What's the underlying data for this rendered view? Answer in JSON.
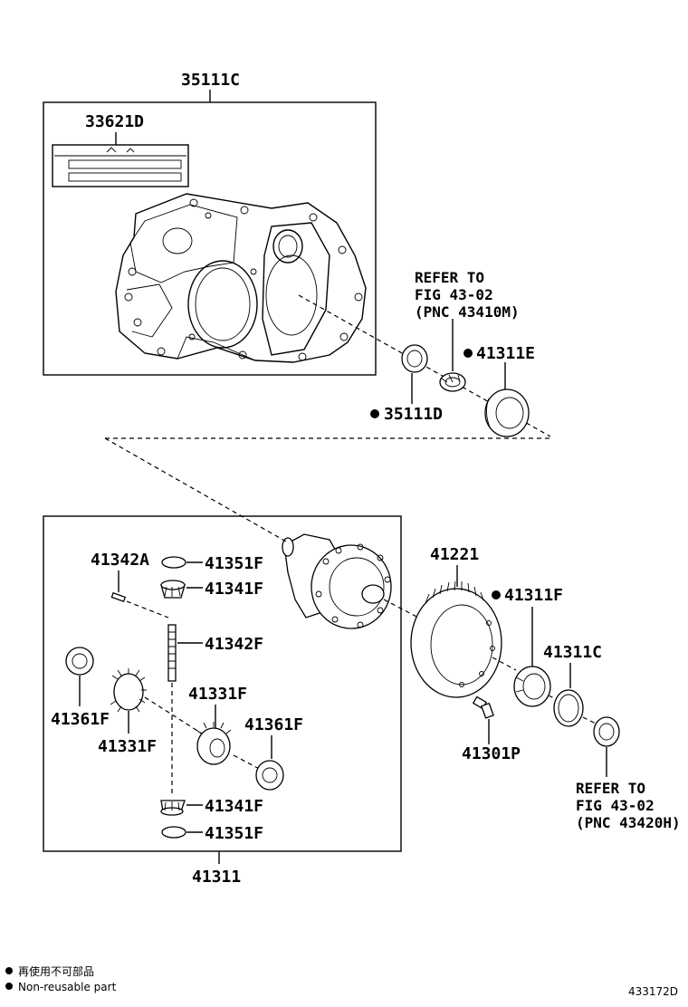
{
  "labels": {
    "case": "35111C",
    "plate": "33621D",
    "oil_seal": "35111D",
    "bearing_upper": "41311E",
    "ref_upper_1": "REFER TO",
    "ref_upper_2": "FIG 43-02",
    "ref_upper_3": "(PNC 43410M)",
    "pin": "41342A",
    "washer_top": "41351F",
    "pinion_top": "41341F",
    "shaft": "41342F",
    "side_gear_right": "41331F",
    "side_gear_left": "41331F",
    "thrust_washer_left": "41361F",
    "thrust_washer_right": "41361F",
    "pinion_bottom": "41341F",
    "washer_bottom": "41351F",
    "diff_assy": "41311",
    "ring_gear": "41221",
    "bearing_lower": "41311F",
    "shim": "41311C",
    "bolt": "41301P",
    "ref_lower_1": "REFER TO",
    "ref_lower_2": "FIG 43-02",
    "ref_lower_3": "(PNC 43420H)"
  },
  "legend": {
    "line1": "再使用不可部品",
    "line2": "Non-reusable part"
  },
  "figure_id": "433172D"
}
